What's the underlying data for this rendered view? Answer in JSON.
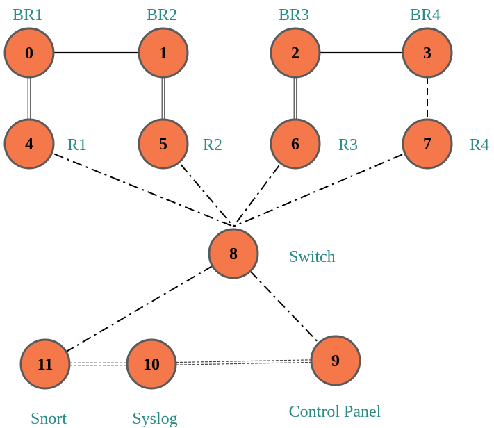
{
  "colors": {
    "node_fill": "#f4784a",
    "node_stroke": "#5a5a5a",
    "label": "#2a8a86"
  },
  "nodes": [
    {
      "id": "0",
      "label": "BR1"
    },
    {
      "id": "1",
      "label": "BR2"
    },
    {
      "id": "2",
      "label": "BR3"
    },
    {
      "id": "3",
      "label": "BR4"
    },
    {
      "id": "4",
      "label": "R1"
    },
    {
      "id": "5",
      "label": "R2"
    },
    {
      "id": "6",
      "label": "R3"
    },
    {
      "id": "7",
      "label": "R4"
    },
    {
      "id": "8",
      "label": "Switch"
    },
    {
      "id": "9",
      "label": "Control Panel"
    },
    {
      "id": "10",
      "label": "Syslog"
    },
    {
      "id": "11",
      "label": "Snort"
    }
  ],
  "edges": [
    {
      "from": "0",
      "to": "1",
      "style": "solid"
    },
    {
      "from": "2",
      "to": "3",
      "style": "solid"
    },
    {
      "from": "0",
      "to": "4",
      "style": "double"
    },
    {
      "from": "1",
      "to": "5",
      "style": "double"
    },
    {
      "from": "2",
      "to": "6",
      "style": "double"
    },
    {
      "from": "3",
      "to": "7",
      "style": "dash"
    },
    {
      "from": "4",
      "to": "8",
      "style": "dashdot"
    },
    {
      "from": "5",
      "to": "8",
      "style": "dashdot"
    },
    {
      "from": "6",
      "to": "8",
      "style": "dashdot"
    },
    {
      "from": "7",
      "to": "8",
      "style": "dashdot"
    },
    {
      "from": "8",
      "to": "11",
      "style": "dashdot"
    },
    {
      "from": "8",
      "to": "9",
      "style": "dashdot"
    },
    {
      "from": "11",
      "to": "10",
      "style": "double"
    },
    {
      "from": "10",
      "to": "9",
      "style": "double"
    }
  ]
}
